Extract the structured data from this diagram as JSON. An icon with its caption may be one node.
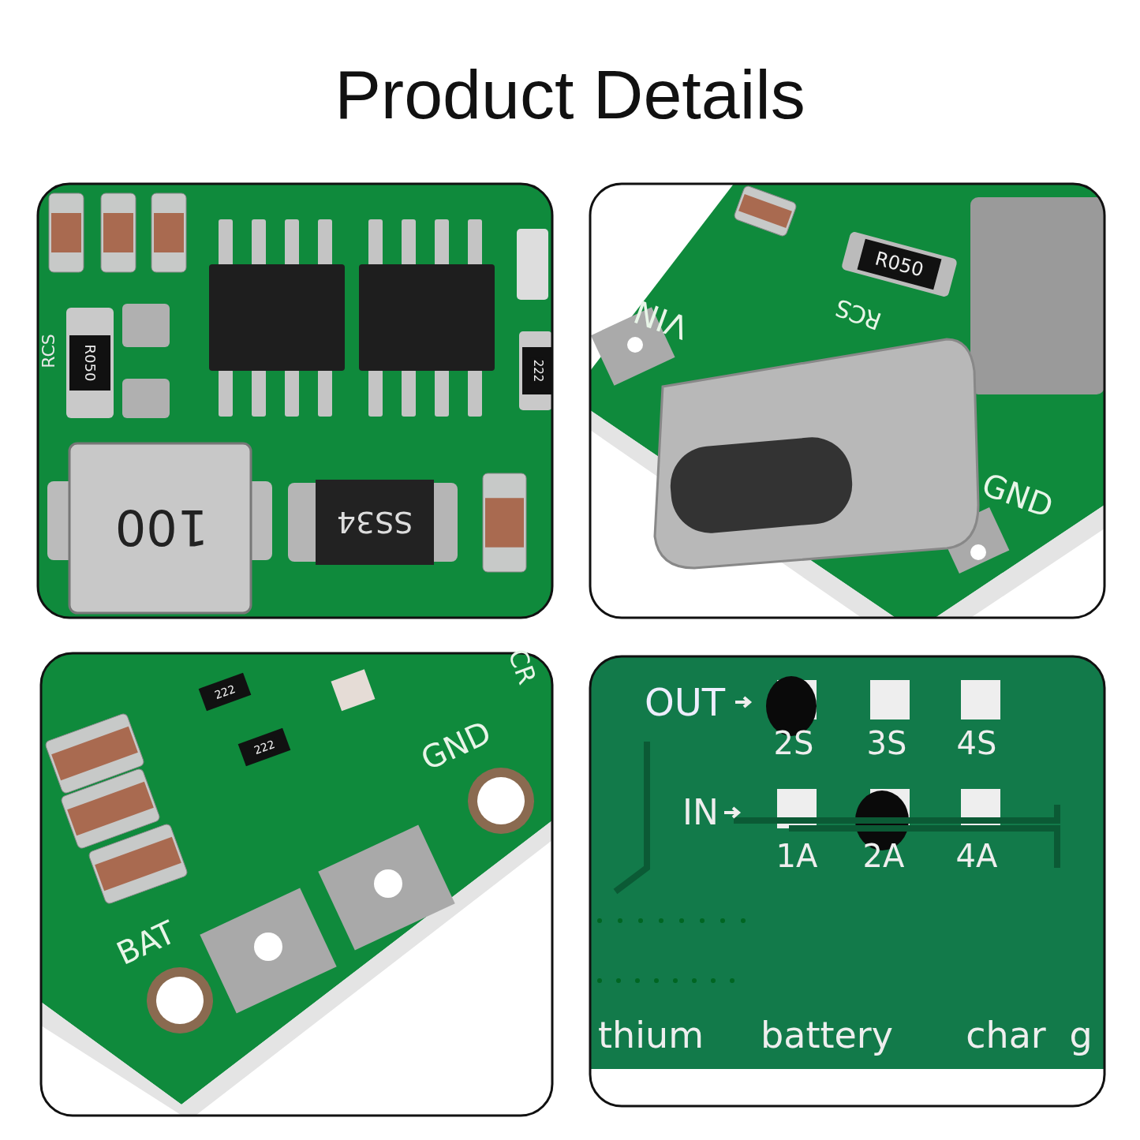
{
  "diagram": {
    "title": "Product Details",
    "labels": [
      "RCS",
      "R050",
      "222",
      "100",
      "SS34",
      "VIN",
      "R050",
      "RCS",
      "GND",
      "CR",
      "222",
      "222",
      "GND",
      "BAT",
      "OUT",
      "2S",
      "3S",
      "4S",
      "IN",
      "1A",
      "2A",
      "4A",
      "thium",
      "battery",
      "char",
      "g"
    ]
  }
}
